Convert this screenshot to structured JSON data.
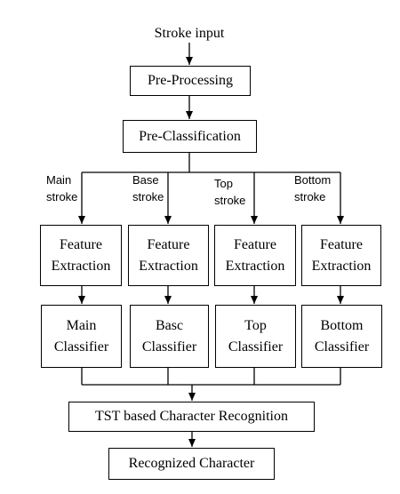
{
  "input_label": "Stroke input",
  "preprocessing": "Pre-Processing",
  "preclassification": "Pre-Classification",
  "branches": [
    {
      "stroke_line1": "Main",
      "stroke_line2": "stroke",
      "feature_line1": "Feature",
      "feature_line2": "Extraction",
      "classifier_line1": "Main",
      "classifier_line2": "Classifier"
    },
    {
      "stroke_line1": "Base",
      "stroke_line2": "stroke",
      "feature_line1": "Feature",
      "feature_line2": "Extraction",
      "classifier_line1": "Basc",
      "classifier_line2": "Classifier"
    },
    {
      "stroke_line1": "Top",
      "stroke_line2": "stroke",
      "feature_line1": "Feature",
      "feature_line2": "Extraction",
      "classifier_line1": "Top",
      "classifier_line2": "Classifier"
    },
    {
      "stroke_line1": "Bottom",
      "stroke_line2": "stroke",
      "feature_line1": "Feature",
      "feature_line2": "Extraction",
      "classifier_line1": "Bottom",
      "classifier_line2": "Classifier"
    }
  ],
  "recognition": "TST based Character Recognition",
  "output": "Recognized Character"
}
